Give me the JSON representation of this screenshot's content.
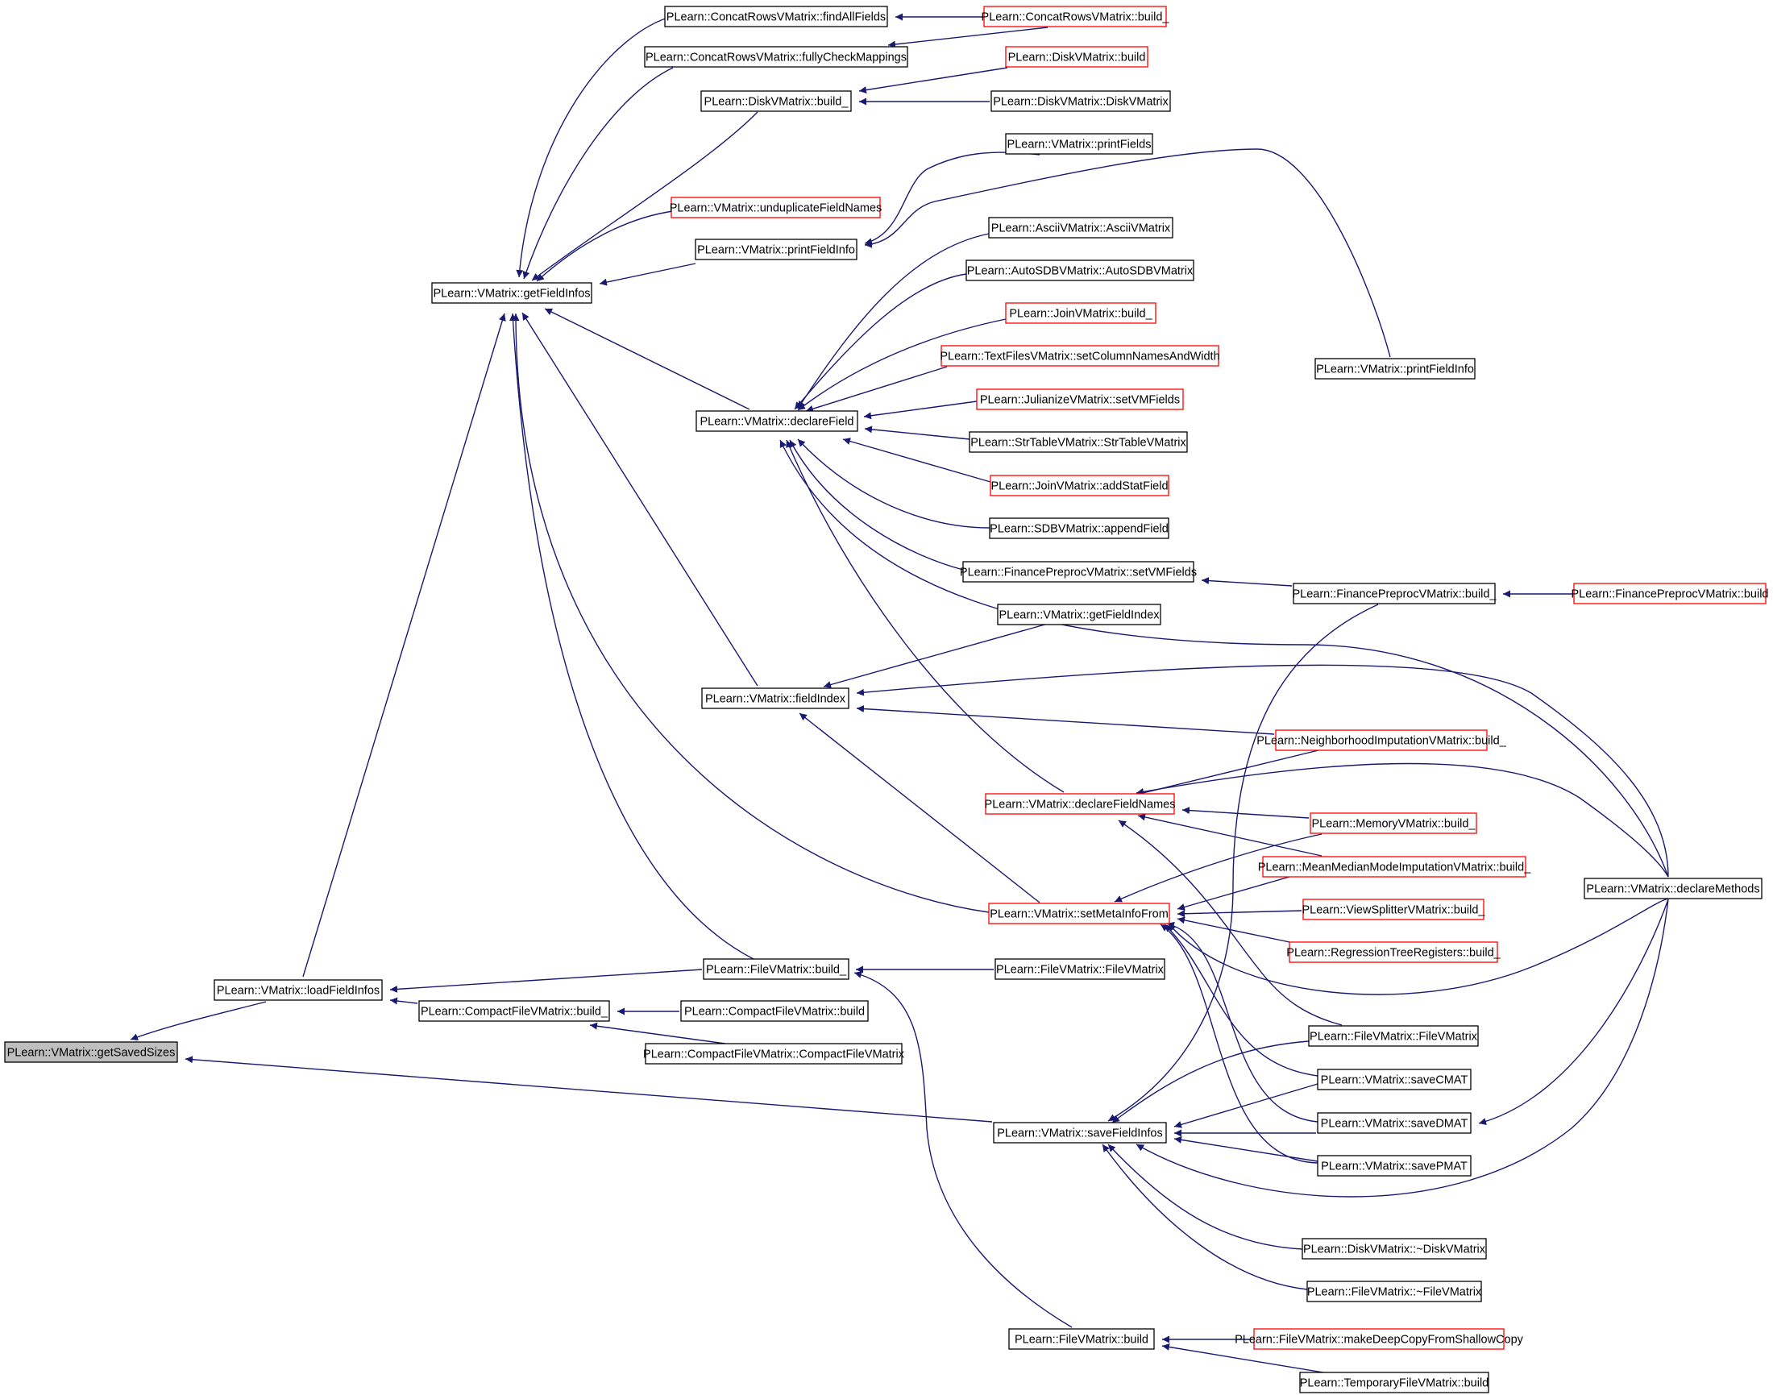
{
  "graph": {
    "direction": "right-to-left caller graph",
    "colors": {
      "edge": "#191970",
      "border_normal": "#000000",
      "border_truncated": "#ff0000",
      "focus_fill": "#bfbfbf",
      "node_fill": "#ffffff"
    },
    "nodes": [
      {
        "id": "getSavedSizes",
        "label": "PLearn::VMatrix::getSavedSizes",
        "style": "focus"
      },
      {
        "id": "loadFieldInfos",
        "label": "PLearn::VMatrix::loadFieldInfos",
        "style": "normal"
      },
      {
        "id": "getFieldInfos",
        "label": "PLearn::VMatrix::getFieldInfos",
        "style": "normal"
      },
      {
        "id": "compactFileBuild_",
        "label": "PLearn::CompactFileVMatrix::build_",
        "style": "normal"
      },
      {
        "id": "compactFileBuild",
        "label": "PLearn::CompactFileVMatrix::build",
        "style": "normal"
      },
      {
        "id": "compactFileCtor",
        "label": "PLearn::CompactFileVMatrix::CompactFileVMatrix",
        "style": "normal"
      },
      {
        "id": "fileBuild_",
        "label": "PLearn::FileVMatrix::build_",
        "style": "normal"
      },
      {
        "id": "fileCtor1",
        "label": "PLearn::FileVMatrix::FileVMatrix",
        "style": "normal"
      },
      {
        "id": "concatFind",
        "label": "PLearn::ConcatRowsVMatrix::findAllFields",
        "style": "normal"
      },
      {
        "id": "concatCheck",
        "label": "PLearn::ConcatRowsVMatrix::fullyCheckMappings",
        "style": "normal"
      },
      {
        "id": "concatBuild_",
        "label": "PLearn::ConcatRowsVMatrix::build_",
        "style": "truncated"
      },
      {
        "id": "diskBuild_",
        "label": "PLearn::DiskVMatrix::build_",
        "style": "normal"
      },
      {
        "id": "diskBuild",
        "label": "PLearn::DiskVMatrix::build",
        "style": "truncated"
      },
      {
        "id": "diskCtor",
        "label": "PLearn::DiskVMatrix::DiskVMatrix",
        "style": "normal"
      },
      {
        "id": "unduplicate",
        "label": "PLearn::VMatrix::unduplicateFieldNames",
        "style": "truncated"
      },
      {
        "id": "printFieldInfo1",
        "label": "PLearn::VMatrix::printFieldInfo",
        "style": "normal"
      },
      {
        "id": "printFields",
        "label": "PLearn::VMatrix::printFields",
        "style": "normal"
      },
      {
        "id": "printFieldInfo2",
        "label": "PLearn::VMatrix::printFieldInfo",
        "style": "normal"
      },
      {
        "id": "declareField",
        "label": "PLearn::VMatrix::declareField",
        "style": "normal"
      },
      {
        "id": "asciiCtor",
        "label": "PLearn::AsciiVMatrix::AsciiVMatrix",
        "style": "normal"
      },
      {
        "id": "autoSDBV",
        "label": "PLearn::AutoSDBVMatrix::AutoSDBVMatrix",
        "style": "normal"
      },
      {
        "id": "joinBuild_",
        "label": "PLearn::JoinVMatrix::build_",
        "style": "truncated"
      },
      {
        "id": "textFiles",
        "label": "PLearn::TextFilesVMatrix::setColumnNamesAndWidth",
        "style": "truncated"
      },
      {
        "id": "julianize",
        "label": "PLearn::JulianizeVMatrix::setVMFields",
        "style": "truncated"
      },
      {
        "id": "strTable",
        "label": "PLearn::StrTableVMatrix::StrTableVMatrix",
        "style": "normal"
      },
      {
        "id": "joinAddStat",
        "label": "PLearn::JoinVMatrix::addStatField",
        "style": "truncated"
      },
      {
        "id": "sdbvAppend",
        "label": "PLearn::SDBVMatrix::appendField",
        "style": "normal"
      },
      {
        "id": "financeSetVM",
        "label": "PLearn::FinancePreprocVMatrix::setVMFields",
        "style": "normal"
      },
      {
        "id": "financeBuild_",
        "label": "PLearn::FinancePreprocVMatrix::build_",
        "style": "normal"
      },
      {
        "id": "financeBuild",
        "label": "PLearn::FinancePreprocVMatrix::build",
        "style": "truncated"
      },
      {
        "id": "getFieldIndex",
        "label": "PLearn::VMatrix::getFieldIndex",
        "style": "normal"
      },
      {
        "id": "fieldIndex",
        "label": "PLearn::VMatrix::fieldIndex",
        "style": "normal"
      },
      {
        "id": "neighborhood",
        "label": "PLearn::NeighborhoodImputationVMatrix::build_",
        "style": "truncated"
      },
      {
        "id": "declareFieldNames",
        "label": "PLearn::VMatrix::declareFieldNames",
        "style": "truncated"
      },
      {
        "id": "memoryBuild_",
        "label": "PLearn::MemoryVMatrix::build_",
        "style": "truncated"
      },
      {
        "id": "meanMedian",
        "label": "PLearn::MeanMedianModeImputationVMatrix::build_",
        "style": "truncated"
      },
      {
        "id": "setMetaInfoFrom",
        "label": "PLearn::VMatrix::setMetaInfoFrom",
        "style": "truncated"
      },
      {
        "id": "viewSplitter",
        "label": "PLearn::ViewSplitterVMatrix::build_",
        "style": "truncated"
      },
      {
        "id": "regressionTree",
        "label": "PLearn::RegressionTreeRegisters::build_",
        "style": "truncated"
      },
      {
        "id": "declareMethods",
        "label": "PLearn::VMatrix::declareMethods",
        "style": "normal"
      },
      {
        "id": "fileCtor2",
        "label": "PLearn::FileVMatrix::FileVMatrix",
        "style": "normal"
      },
      {
        "id": "saveCMAT",
        "label": "PLearn::VMatrix::saveCMAT",
        "style": "normal"
      },
      {
        "id": "saveFieldInfos",
        "label": "PLearn::VMatrix::saveFieldInfos",
        "style": "normal"
      },
      {
        "id": "saveDMAT",
        "label": "PLearn::VMatrix::saveDMAT",
        "style": "normal"
      },
      {
        "id": "savePMAT",
        "label": "PLearn::VMatrix::savePMAT",
        "style": "normal"
      },
      {
        "id": "diskDtor",
        "label": "PLearn::DiskVMatrix::~DiskVMatrix",
        "style": "normal"
      },
      {
        "id": "fileDtor",
        "label": "PLearn::FileVMatrix::~FileVMatrix",
        "style": "normal"
      },
      {
        "id": "fileBuild",
        "label": "PLearn::FileVMatrix::build",
        "style": "normal"
      },
      {
        "id": "makeDeepCopy",
        "label": "PLearn::FileVMatrix::makeDeepCopyFromShallowCopy",
        "style": "truncated"
      },
      {
        "id": "tempFileBuild",
        "label": "PLearn::TemporaryFileVMatrix::build",
        "style": "normal"
      }
    ],
    "edges": [
      [
        "getSavedSizes",
        "loadFieldInfos"
      ],
      [
        "getSavedSizes",
        "saveFieldInfos"
      ],
      [
        "loadFieldInfos",
        "getFieldInfos"
      ],
      [
        "loadFieldInfos",
        "compactFileBuild_"
      ],
      [
        "loadFieldInfos",
        "fileBuild_"
      ],
      [
        "compactFileBuild_",
        "compactFileBuild"
      ],
      [
        "compactFileBuild_",
        "compactFileCtor"
      ],
      [
        "fileBuild_",
        "fileCtor1"
      ],
      [
        "fileBuild_",
        "fileBuild"
      ],
      [
        "getFieldInfos",
        "concatFind"
      ],
      [
        "getFieldInfos",
        "concatCheck"
      ],
      [
        "getFieldInfos",
        "diskBuild_"
      ],
      [
        "getFieldInfos",
        "unduplicate"
      ],
      [
        "getFieldInfos",
        "printFieldInfo1"
      ],
      [
        "getFieldInfos",
        "declareField"
      ],
      [
        "getFieldInfos",
        "fieldIndex"
      ],
      [
        "getFieldInfos",
        "setMetaInfoFrom"
      ],
      [
        "getFieldInfos",
        "fileBuild_"
      ],
      [
        "concatFind",
        "concatBuild_"
      ],
      [
        "concatCheck",
        "concatBuild_"
      ],
      [
        "diskBuild_",
        "diskBuild"
      ],
      [
        "diskBuild_",
        "diskCtor"
      ],
      [
        "printFieldInfo1",
        "printFields"
      ],
      [
        "printFieldInfo1",
        "printFieldInfo2"
      ],
      [
        "declareField",
        "asciiCtor"
      ],
      [
        "declareField",
        "autoSDBV"
      ],
      [
        "declareField",
        "joinBuild_"
      ],
      [
        "declareField",
        "textFiles"
      ],
      [
        "declareField",
        "julianize"
      ],
      [
        "declareField",
        "strTable"
      ],
      [
        "declareField",
        "joinAddStat"
      ],
      [
        "declareField",
        "sdbvAppend"
      ],
      [
        "declareField",
        "financeSetVM"
      ],
      [
        "declareField",
        "declareMethods"
      ],
      [
        "declareField",
        "declareFieldNames"
      ],
      [
        "financeSetVM",
        "financeBuild_"
      ],
      [
        "financeBuild_",
        "financeBuild"
      ],
      [
        "fieldIndex",
        "getFieldIndex"
      ],
      [
        "fieldIndex",
        "declareMethods"
      ],
      [
        "fieldIndex",
        "neighborhood"
      ],
      [
        "fieldIndex",
        "setMetaInfoFrom"
      ],
      [
        "getFieldIndex",
        "printFieldInfo2"
      ],
      [
        "declareFieldNames",
        "neighborhood"
      ],
      [
        "declareFieldNames",
        "declareMethods"
      ],
      [
        "declareFieldNames",
        "memoryBuild_"
      ],
      [
        "declareFieldNames",
        "meanMedian"
      ],
      [
        "declareFieldNames",
        "fileCtor2"
      ],
      [
        "setMetaInfoFrom",
        "memoryBuild_"
      ],
      [
        "setMetaInfoFrom",
        "meanMedian"
      ],
      [
        "setMetaInfoFrom",
        "viewSplitter"
      ],
      [
        "setMetaInfoFrom",
        "regressionTree"
      ],
      [
        "setMetaInfoFrom",
        "declareMethods"
      ],
      [
        "setMetaInfoFrom",
        "saveCMAT"
      ],
      [
        "setMetaInfoFrom",
        "saveDMAT"
      ],
      [
        "setMetaInfoFrom",
        "savePMAT"
      ],
      [
        "saveFieldInfos",
        "financeBuild_"
      ],
      [
        "saveFieldInfos",
        "fileCtor2"
      ],
      [
        "saveFieldInfos",
        "saveCMAT"
      ],
      [
        "saveFieldInfos",
        "saveDMAT"
      ],
      [
        "saveFieldInfos",
        "savePMAT"
      ],
      [
        "saveFieldInfos",
        "declareMethods"
      ],
      [
        "saveFieldInfos",
        "diskDtor"
      ],
      [
        "saveFieldInfos",
        "fileDtor"
      ],
      [
        "saveDMAT",
        "declareMethods"
      ],
      [
        "fileBuild",
        "makeDeepCopy"
      ],
      [
        "fileBuild",
        "tempFileBuild"
      ]
    ]
  }
}
